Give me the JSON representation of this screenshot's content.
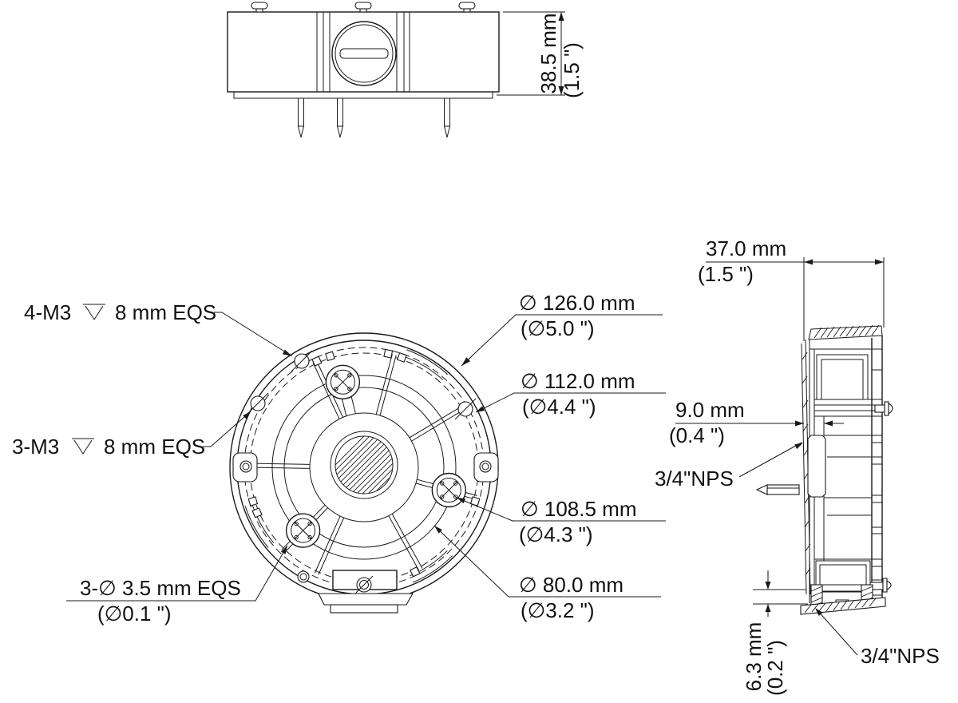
{
  "drawing": {
    "type": "mechanical-dimension-drawing",
    "part": "circular junction box bracket",
    "line_color": "#1a1a1a",
    "background": "#ffffff"
  },
  "dimensions": {
    "height_38_5": {
      "mm": "38.5 mm",
      "inch": "(1.5 \")"
    },
    "width_37_0": {
      "mm": "37.0 mm",
      "inch": "(1.5 \")"
    },
    "offset_9_0": {
      "mm": "9.0 mm",
      "inch": "(0.4 \")"
    },
    "thickness_6_3": {
      "mm": "6.3 mm",
      "inch": "(0.2 \")"
    },
    "dia_126_0": {
      "mm": "∅ 126.0 mm",
      "inch": "(∅5.0 \")"
    },
    "dia_112_0": {
      "mm": "∅ 112.0 mm",
      "inch": "(∅4.4 \")"
    },
    "dia_108_5": {
      "mm": "∅ 108.5 mm",
      "inch": "(∅4.3 \")"
    },
    "dia_80_0": {
      "mm": "∅ 80.0 mm",
      "inch": "(∅3.2 \")"
    },
    "tap_4_m3": {
      "prefix": "4-M3",
      "suffix": "8 mm EQS"
    },
    "tap_3_m3": {
      "prefix": "3-M3",
      "suffix": "8 mm EQS"
    },
    "holes_3_5": {
      "mm": "3-∅ 3.5 mm EQS",
      "inch": "(∅0.1 \")"
    },
    "nps_side": "3/4\"NPS",
    "nps_bottom": "3/4\"NPS"
  }
}
